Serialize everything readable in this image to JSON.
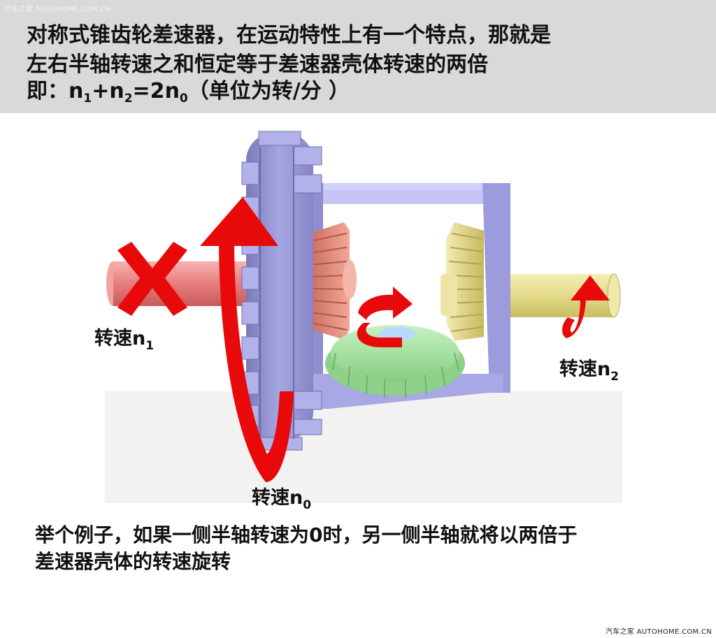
{
  "watermark": {
    "top": "汽车之家 AUTOHOME.COM.CN",
    "bottom": "汽车之家 AUTOHOME.COM.CN"
  },
  "header": {
    "line1": "对称式锥齿轮差速器，在运动特性上有一个特点，那就是",
    "line2": "左右半轴转速之和恒定等于差速器壳体转速的两倍",
    "formula": {
      "prefix": "即：",
      "t1": "n",
      "s1": "1",
      "plus": "+",
      "t2": "n",
      "s2": "2",
      "eq": "=2",
      "t3": "n",
      "s3": "0",
      "suffix": "（单位为转/分 ）"
    }
  },
  "labels": {
    "n1": {
      "text": "转速n",
      "sub": "1"
    },
    "n2": {
      "text": "转速n",
      "sub": "2"
    },
    "n0": {
      "text": "转速n",
      "sub": "0"
    }
  },
  "example": {
    "line1": "举个例子，如果一侧半轴转速为0时，另一侧半轴就将以两倍于",
    "line2": "差速器壳体的转速旋转"
  },
  "colors": {
    "header_bg": "#d9d9d9",
    "arrow_red": "#e80a0a",
    "ring_gear": "#9a9ad8",
    "cage": "#a8a8e6",
    "left_shaft": "#e87a7a",
    "right_shaft": "#e6dd8a",
    "pinion": "#9ee49a",
    "side_gear_left": "#e08a7a",
    "side_gear_right": "#e6d88a"
  }
}
